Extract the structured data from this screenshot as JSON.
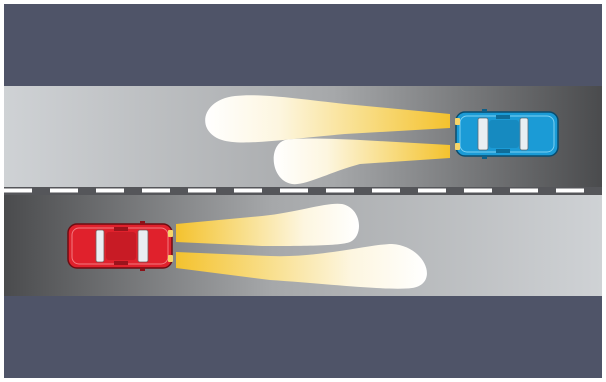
{
  "scene": {
    "description_icon": "headlight-beam-diagram",
    "colors": {
      "border": "#ffffff",
      "verge": "#4f5468",
      "road_light": "#cdd0d3",
      "road_dark": "#4a4b4d",
      "lane_marking": "#ffffff",
      "beam_yellow": "#f6c83a",
      "beam_white": "#ffffff",
      "oncoming_car": "#1b9bd6",
      "own_car": "#e0212c"
    },
    "vehicles": [
      {
        "role": "oncoming-car",
        "direction": "left",
        "lane": "top",
        "color_name": "blue"
      },
      {
        "role": "own-car",
        "direction": "right",
        "lane": "bottom",
        "color_name": "red"
      }
    ]
  }
}
